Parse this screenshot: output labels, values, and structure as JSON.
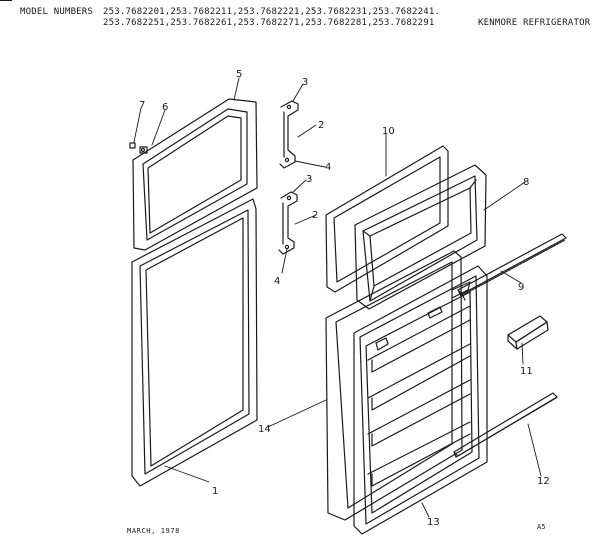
{
  "header": {
    "label": "MODEL NUMBERS",
    "line1": "253.7682201,253.7682211,253.7682221,253.7682231,253.7682241.",
    "line2": "253.7682251,253.7682261,253.7682271,253.7682281,253.7682291",
    "title": "KENMORE REFRIGERATOR"
  },
  "footer": {
    "date": "MARCH, 1978",
    "code": "A5"
  },
  "callouts": [
    "1",
    "2",
    "3",
    "4",
    "5",
    "6",
    "7",
    "8",
    "9",
    "10",
    "11",
    "12",
    "13",
    "14"
  ],
  "colors": {
    "ink": "#1a1a1a",
    "paper": "#ffffff"
  }
}
